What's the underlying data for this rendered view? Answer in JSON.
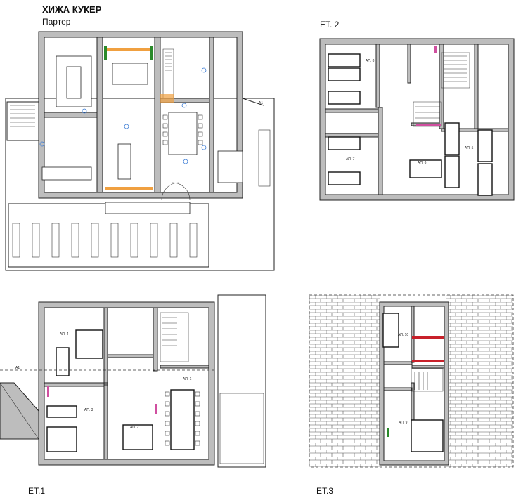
{
  "header": {
    "title": "ХИЖА КУКЕР",
    "subtitle": "Партер"
  },
  "floors": {
    "et2": {
      "label": "ЕТ. 2",
      "rooms": [
        "АП. 8",
        "АП. 7",
        "АП. 6",
        "АП. 5"
      ]
    },
    "et1": {
      "label": "ЕТ.1",
      "rooms": [
        "АП. 4",
        "АП. 3",
        "АП. 2",
        "АП. 1"
      ]
    },
    "et3": {
      "label": "ЕТ.3",
      "rooms": [
        "АП. 10",
        "АП. 9"
      ]
    }
  },
  "section_marker": "A1",
  "colors": {
    "wall": "#bdbdbd",
    "accent_pink": "#d04fa0",
    "accent_red": "#c8202a",
    "accent_green": "#2a8a2a",
    "accent_orange": "#f0a040",
    "dimension_blue": "#3a7bd5"
  }
}
